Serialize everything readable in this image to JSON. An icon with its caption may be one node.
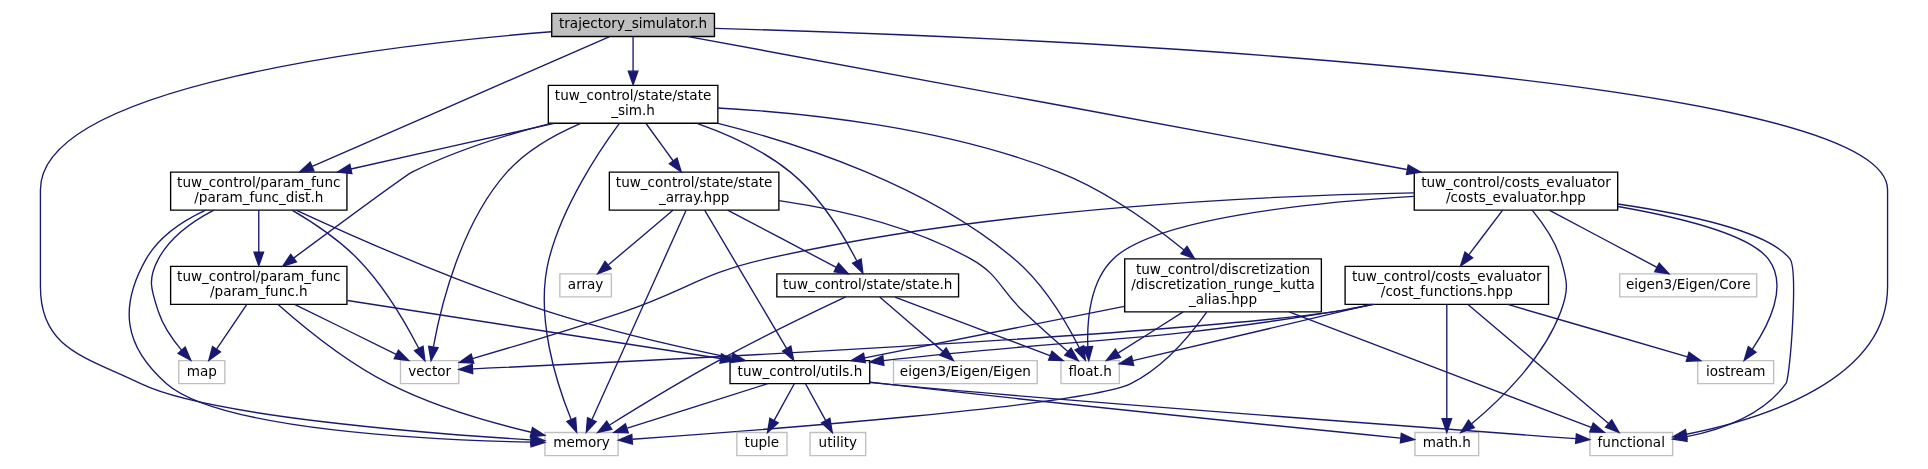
{
  "diagram": {
    "nodes": [
      {
        "text": [
          "trajectory_simulator.h"
        ]
      },
      {
        "text": [
          "tuw_control/state/state _sim.h"
        ]
      },
      {
        "text": [
          "tuw_control/param_func /param_func_dist.h"
        ]
      },
      {
        "text": [
          "tuw_control/costs_evaluator /costs_evaluator.hpp"
        ]
      },
      {
        "text": [
          "tuw_control/state/state _array.hpp"
        ]
      },
      {
        "text": [
          "tuw_control/discretization /discretization_runge_kutta _alias.hpp"
        ]
      },
      {
        "text": [
          "tuw_control/param_func /param_func.h"
        ]
      },
      {
        "text": [
          "tuw_control/costs_evaluator /cost_functions.hpp"
        ]
      },
      {
        "text": [
          "tuw_control/state/state.h"
        ]
      },
      {
        "text": [
          "array"
        ]
      },
      {
        "text": [
          "eigen3/Eigen/Core"
        ]
      },
      {
        "text": [
          "eigen3/Eigen/Eigen"
        ]
      },
      {
        "text": [
          "float.h"
        ]
      },
      {
        "text": [
          "tuw_control/utils.h"
        ]
      },
      {
        "text": [
          "map"
        ]
      },
      {
        "text": [
          "vector"
        ]
      },
      {
        "text": [
          "iostream"
        ]
      },
      {
        "text": [
          "memory"
        ]
      },
      {
        "text": [
          "utility"
        ]
      },
      {
        "text": [
          "tuple"
        ]
      },
      {
        "text": [
          "math.h"
        ]
      },
      {
        "text": [
          "functional"
        ]
      }
    ],
    "edges": [
      {
        "from": 0,
        "to": 17,
        "arrow": "to"
      },
      {
        "from": 0,
        "to": 1,
        "arrow": "to"
      },
      {
        "from": 0,
        "to": 2,
        "arrow": "to"
      },
      {
        "from": 0,
        "to": 3,
        "arrow": "to"
      },
      {
        "from": 0,
        "to": 21,
        "arrow": "to"
      },
      {
        "from": 1,
        "to": 17,
        "arrow": "to"
      },
      {
        "from": 1,
        "to": 4,
        "arrow": "to"
      },
      {
        "from": 1,
        "to": 8,
        "arrow": "to"
      },
      {
        "from": 1,
        "to": 12,
        "arrow": "to"
      },
      {
        "from": 1,
        "to": 5,
        "arrow": "to"
      },
      {
        "from": 1,
        "to": 2,
        "arrow": "to"
      },
      {
        "from": 1,
        "to": 6,
        "arrow": "to"
      },
      {
        "from": 1,
        "to": 15,
        "arrow": "to"
      },
      {
        "from": 4,
        "to": 8,
        "arrow": "to"
      },
      {
        "from": 4,
        "to": 12,
        "arrow": "to"
      },
      {
        "from": 4,
        "to": 9,
        "arrow": "to"
      },
      {
        "from": 4,
        "to": 17,
        "arrow": "to"
      },
      {
        "from": 4,
        "to": 13,
        "arrow": "to"
      },
      {
        "from": 8,
        "to": 11,
        "arrow": "to"
      },
      {
        "from": 8,
        "to": 12,
        "arrow": "to"
      },
      {
        "from": 8,
        "to": 17,
        "arrow": "to"
      },
      {
        "from": 5,
        "to": 12,
        "arrow": "to"
      },
      {
        "from": 5,
        "to": 17,
        "arrow": "to"
      },
      {
        "from": 5,
        "to": 13,
        "arrow": "to"
      },
      {
        "from": 5,
        "to": 21,
        "arrow": "to"
      },
      {
        "from": 2,
        "to": 17,
        "arrow": "to"
      },
      {
        "from": 2,
        "to": 6,
        "arrow": "to"
      },
      {
        "from": 2,
        "to": 13,
        "arrow": "to"
      },
      {
        "from": 2,
        "to": 14,
        "arrow": "to"
      },
      {
        "from": 2,
        "to": 15,
        "arrow": "to"
      },
      {
        "from": 6,
        "to": 17,
        "arrow": "to"
      },
      {
        "from": 6,
        "to": 13,
        "arrow": "to"
      },
      {
        "from": 6,
        "to": 14,
        "arrow": "to"
      },
      {
        "from": 6,
        "to": 15,
        "arrow": "to"
      },
      {
        "from": 3,
        "to": 12,
        "arrow": "to"
      },
      {
        "from": 3,
        "to": 15,
        "arrow": "to"
      },
      {
        "from": 3,
        "to": 7,
        "arrow": "to"
      },
      {
        "from": 3,
        "to": 20,
        "arrow": "to"
      },
      {
        "from": 3,
        "to": 10,
        "arrow": "to"
      },
      {
        "from": 3,
        "to": 16,
        "arrow": "to"
      },
      {
        "from": 3,
        "to": 21,
        "arrow": "to"
      },
      {
        "from": 7,
        "to": 12,
        "arrow": "to"
      },
      {
        "from": 7,
        "to": 13,
        "arrow": "to"
      },
      {
        "from": 7,
        "to": 15,
        "arrow": "to"
      },
      {
        "from": 7,
        "to": 20,
        "arrow": "to"
      },
      {
        "from": 7,
        "to": 21,
        "arrow": "to"
      },
      {
        "from": 7,
        "to": 16,
        "arrow": "to"
      },
      {
        "from": 13,
        "to": 17,
        "arrow": "to"
      },
      {
        "from": 13,
        "to": 18,
        "arrow": "to"
      },
      {
        "from": 13,
        "to": 19,
        "arrow": "to"
      },
      {
        "from": 13,
        "to": 20,
        "arrow": "to"
      },
      {
        "from": 13,
        "to": 21,
        "arrow": "to"
      }
    ]
  }
}
